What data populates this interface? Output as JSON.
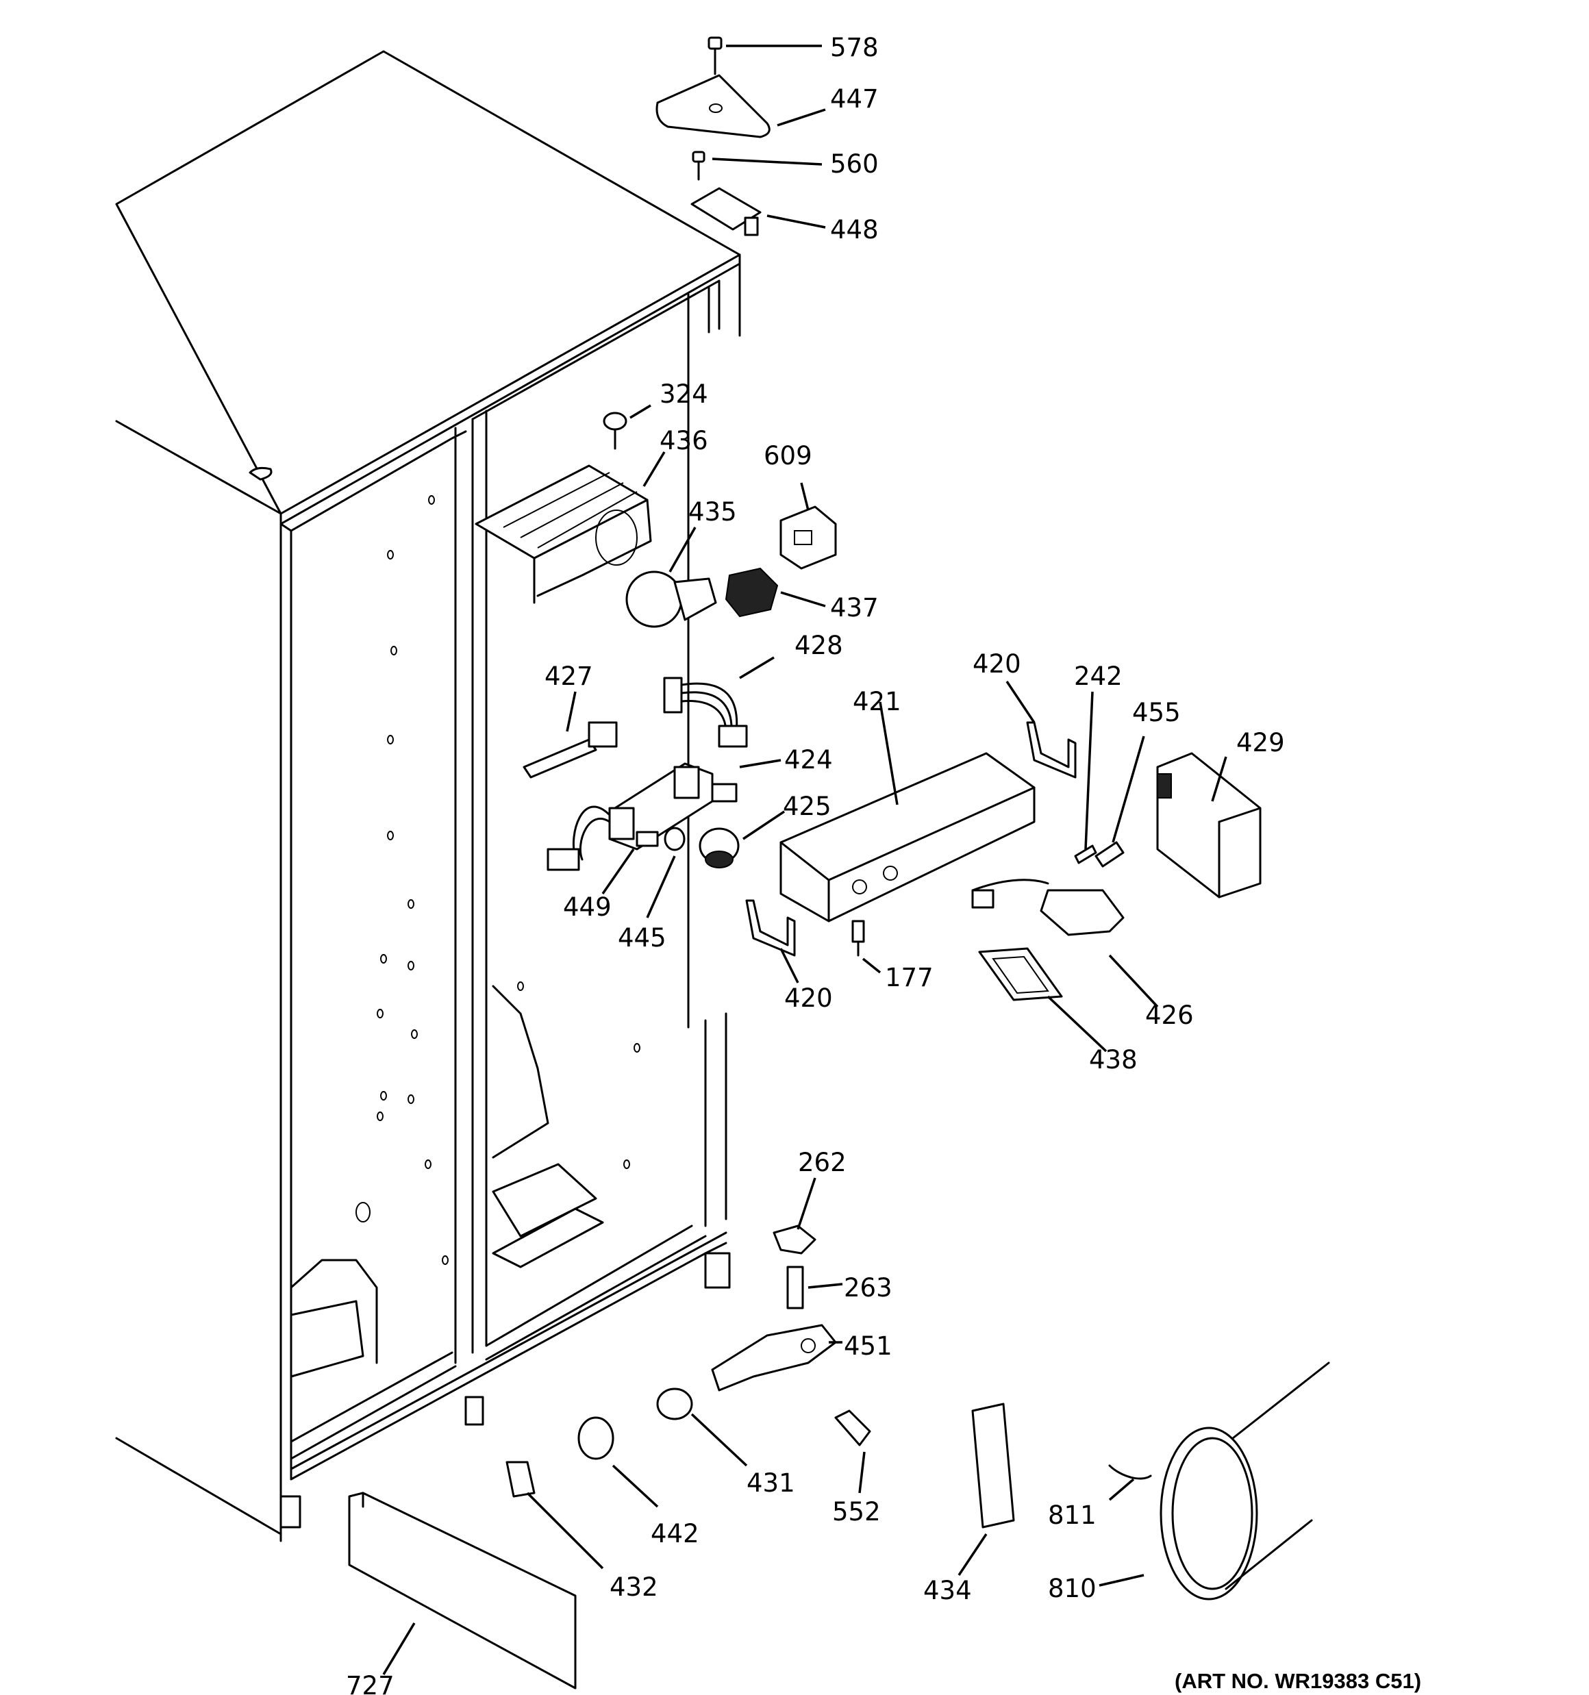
{
  "art_number": "(ART NO. WR19383 C51)",
  "parts": [
    {
      "id": "578"
    },
    {
      "id": "447"
    },
    {
      "id": "560"
    },
    {
      "id": "448"
    },
    {
      "id": "324"
    },
    {
      "id": "436"
    },
    {
      "id": "609"
    },
    {
      "id": "435"
    },
    {
      "id": "437"
    },
    {
      "id": "428"
    },
    {
      "id": "427"
    },
    {
      "id": "420"
    },
    {
      "id": "242"
    },
    {
      "id": "455"
    },
    {
      "id": "421"
    },
    {
      "id": "429"
    },
    {
      "id": "424"
    },
    {
      "id": "425"
    },
    {
      "id": "449"
    },
    {
      "id": "445"
    },
    {
      "id": "420"
    },
    {
      "id": "177"
    },
    {
      "id": "426"
    },
    {
      "id": "438"
    },
    {
      "id": "262"
    },
    {
      "id": "263"
    },
    {
      "id": "451"
    },
    {
      "id": "431"
    },
    {
      "id": "442"
    },
    {
      "id": "552"
    },
    {
      "id": "811"
    },
    {
      "id": "810"
    },
    {
      "id": "432"
    },
    {
      "id": "434"
    },
    {
      "id": "727"
    }
  ]
}
